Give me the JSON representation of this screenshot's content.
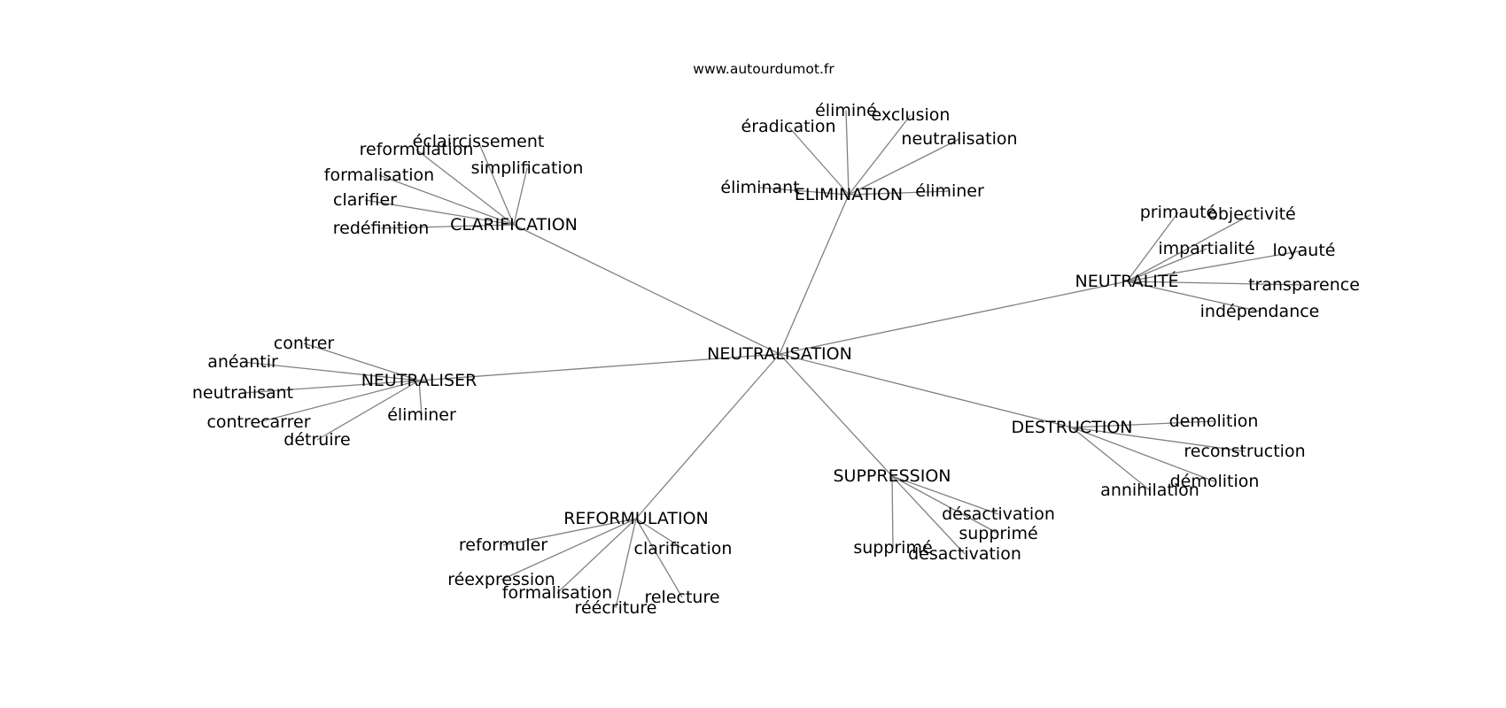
{
  "site": "www.autourdumot.fr",
  "colors": {
    "edge": "#808080",
    "text": "#000000",
    "background": "#ffffff"
  },
  "graph": {
    "center": "NEUTRALISATION",
    "clusters": [
      {
        "label": "CLARIFICATION",
        "words": [
          "éclaircissement",
          "reformulation",
          "simplification",
          "formalisation",
          "clarifier",
          "redéfinition"
        ]
      },
      {
        "label": "ELIMINATION",
        "words": [
          "éliminé",
          "éradication",
          "exclusion",
          "neutralisation",
          "éliminant",
          "éliminer"
        ]
      },
      {
        "label": "NEUTRALITÉ",
        "words": [
          "primauté",
          "objectivité",
          "impartialité",
          "loyauté",
          "transparence",
          "indépendance"
        ]
      },
      {
        "label": "NEUTRALISER",
        "words": [
          "contrer",
          "anéantir",
          "neutralisant",
          "contrecarrer",
          "détruire",
          "éliminer"
        ]
      },
      {
        "label": "DESTRUCTION",
        "words": [
          "demolition",
          "reconstruction",
          "démolition",
          "annihilation"
        ]
      },
      {
        "label": "SUPPRESSION",
        "words": [
          "désactivation",
          "supprimé",
          "supprimé",
          "désactivation"
        ]
      },
      {
        "label": "REFORMULATION",
        "words": [
          "reformuler",
          "clarification",
          "réexpression",
          "formalisation",
          "relecture",
          "réécriture"
        ]
      }
    ]
  }
}
